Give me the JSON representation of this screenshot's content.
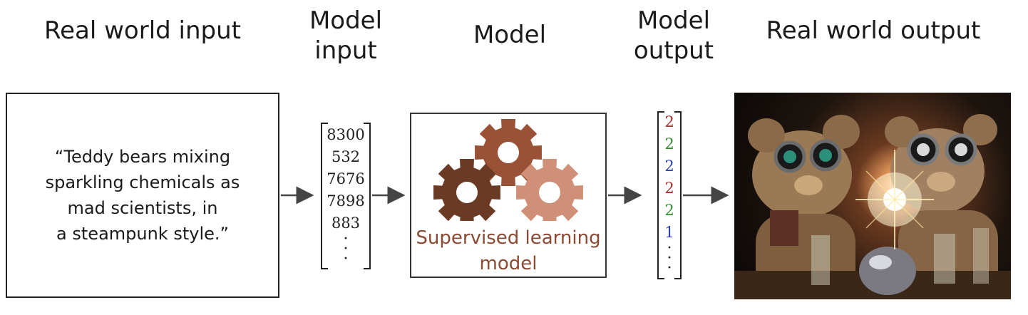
{
  "headings": {
    "real_world_input": "Real world input",
    "model_input": "Model\ninput",
    "model": "Model",
    "model_output": "Model\noutput",
    "real_world_output": "Real world output"
  },
  "prompt_text": "“Teddy bears mixing\nsparkling chemicals as\nmad scientists, in\na steampunk style.”",
  "model_input_vector": [
    "8300",
    "532",
    "7676",
    "7898",
    "883"
  ],
  "model_caption": "Supervised learning\nmodel",
  "model_output_vector": [
    {
      "value": "2",
      "color": "#a52a2a"
    },
    {
      "value": "2",
      "color": "#2e8b2e"
    },
    {
      "value": "2",
      "color": "#2a3fae"
    },
    {
      "value": "2",
      "color": "#a52a2a"
    },
    {
      "value": "2",
      "color": "#2e8b2e"
    },
    {
      "value": "1",
      "color": "#2a3fae"
    }
  ],
  "colors": {
    "gear_dark": "#6b3a24",
    "gear_mid": "#9a5236",
    "gear_light": "#d09078",
    "caption": "#8b4a33"
  },
  "icons": [
    "gear-icon",
    "arrow-right-icon"
  ]
}
